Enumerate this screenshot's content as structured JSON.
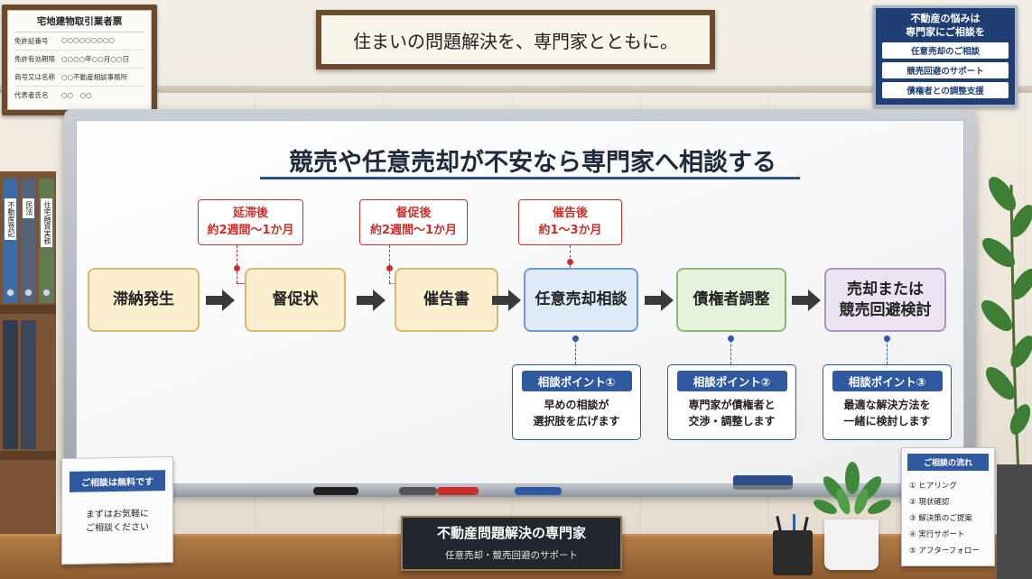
{
  "license": {
    "title": "宅地建物取引業者票",
    "rows": [
      {
        "label": "免許証番号",
        "value": "○○○○○○○○○"
      },
      {
        "label": "免許有効期限",
        "value": "○○○○年○○月○○日"
      },
      {
        "label": "商号又は名称",
        "value": "○○不動産相談事務所"
      },
      {
        "label": "代表者氏名",
        "value": "○○　○○"
      }
    ]
  },
  "slogan": "住まいの問題解決を、専門家とともに。",
  "consult_sign": {
    "title_line1": "不動産の悩みは",
    "title_line2": "専門家にご相談を",
    "items": [
      "任意売却のご相談",
      "競売回避のサポート",
      "債権者との調整支援"
    ]
  },
  "binders": [
    "不動産登記",
    "民法",
    "住宅融資実務"
  ],
  "board": {
    "title": "競売や任意売却が不安なら専門家へ相談する",
    "steps": [
      {
        "line1": "滞納発生",
        "line2": ""
      },
      {
        "line1": "督促状",
        "line2": ""
      },
      {
        "line1": "催告書",
        "line2": ""
      },
      {
        "line1": "任意売却相談",
        "line2": ""
      },
      {
        "line1": "債権者調整",
        "line2": ""
      },
      {
        "line1": "売却または",
        "line2": "競売回避検討"
      }
    ],
    "timings": [
      {
        "line1": "延滞後",
        "line2": "約2週間〜1か月"
      },
      {
        "line1": "督促後",
        "line2": "約2週間〜1か月"
      },
      {
        "line1": "催告後",
        "line2": "約1〜3か月"
      }
    ],
    "points": [
      {
        "head": "相談ポイント①",
        "line1": "早めの相談が",
        "line2": "選択肢を広げます"
      },
      {
        "head": "相談ポイント②",
        "line1": "専門家が債権者と",
        "line2": "交渉・調整します"
      },
      {
        "head": "相談ポイント③",
        "line1": "最適な解決方法を",
        "line2": "一緒に検討します"
      }
    ]
  },
  "free_card": {
    "head": "ご相談は無料です",
    "line1": "まずはお気軽に",
    "line2": "ご相談ください"
  },
  "nameplate": {
    "main": "不動産問題解決の専門家",
    "sub": "任意売却・競売回避のサポート"
  },
  "flow_card": {
    "head": "ご相談の流れ",
    "steps": [
      "① ヒアリング",
      "② 現状確認",
      "③ 解決策のご提案",
      "④ 実行サポート",
      "⑤ アフターフォロー"
    ]
  },
  "colors": {
    "navy": "#2f5aa0",
    "alert_red": "#c9302c",
    "title_underline": "#2d4f8a"
  }
}
